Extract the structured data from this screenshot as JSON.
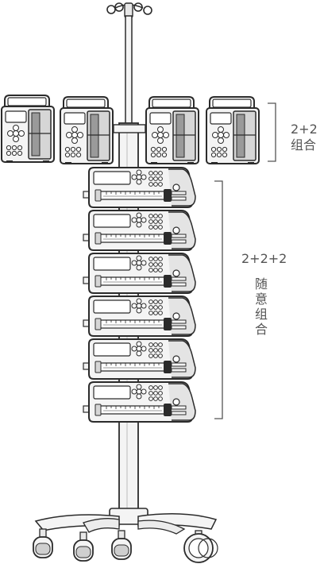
{
  "groups": [
    {
      "ratio": "2+2",
      "chars": [
        "组",
        "合"
      ]
    },
    {
      "ratio": "2+2+2",
      "chars": [
        "随",
        "意",
        "组",
        "合"
      ]
    }
  ],
  "colors": {
    "line": "#2b2b2b",
    "body": "#f4f4f4",
    "panel": "#d6d6d6",
    "shade": "#9a9a9a",
    "bracket": "#555555"
  },
  "stack_units": 6,
  "top_units": 4
}
